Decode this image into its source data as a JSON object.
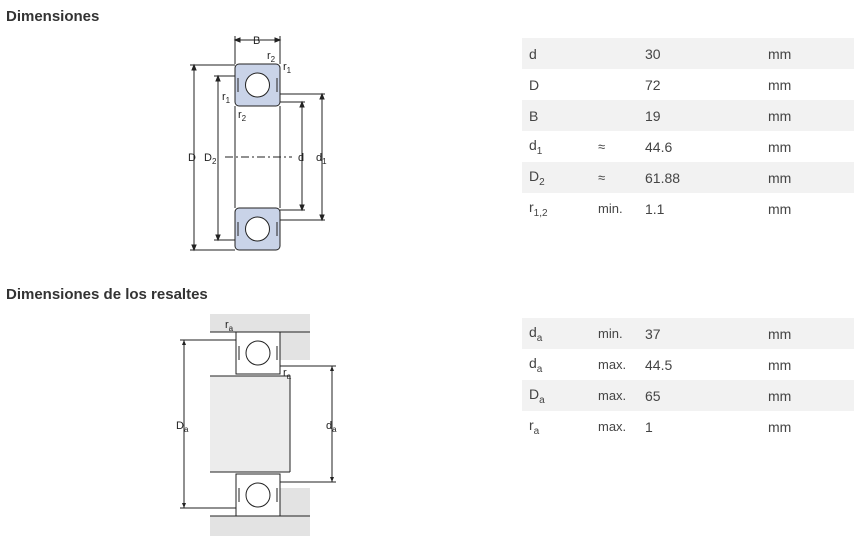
{
  "sections": [
    {
      "heading": "Dimensiones",
      "rows": [
        {
          "sym": "d",
          "sub": "",
          "qual": "",
          "value": "30",
          "unit": "mm"
        },
        {
          "sym": "D",
          "sub": "",
          "qual": "",
          "value": "72",
          "unit": "mm"
        },
        {
          "sym": "B",
          "sub": "",
          "qual": "",
          "value": "19",
          "unit": "mm"
        },
        {
          "sym": "d",
          "sub": "1",
          "qual": "≈",
          "value": "44.6",
          "unit": "mm"
        },
        {
          "sym": "D",
          "sub": "2",
          "qual": "≈",
          "value": "61.88",
          "unit": "mm"
        },
        {
          "sym": "r",
          "sub": "1,2",
          "qual": "min.",
          "value": "1.1",
          "unit": "mm"
        }
      ]
    },
    {
      "heading": "Dimensiones de los resaltes",
      "rows": [
        {
          "sym": "d",
          "sub": "a",
          "qual": "min.",
          "value": "37",
          "unit": "mm"
        },
        {
          "sym": "d",
          "sub": "a",
          "qual": "max.",
          "value": "44.5",
          "unit": "mm"
        },
        {
          "sym": "D",
          "sub": "a",
          "qual": "max.",
          "value": "65",
          "unit": "mm"
        },
        {
          "sym": "r",
          "sub": "a",
          "qual": "max.",
          "value": "1",
          "unit": "mm"
        }
      ]
    }
  ],
  "diagram1_labels": {
    "B": "B",
    "r2_top": "r",
    "r2_top_sub": "2",
    "r1_right": "r",
    "r1_right_sub": "1",
    "r1_left": "r",
    "r1_left_sub": "1",
    "r2_left": "r",
    "r2_left_sub": "2",
    "D": "D",
    "D2": "D",
    "D2_sub": "2",
    "d": "d",
    "d1": "d",
    "d1_sub": "1"
  },
  "diagram2_labels": {
    "ra_top": "r",
    "ra_top_sub": "a",
    "ra_right": "r",
    "ra_right_sub": "a",
    "Da": "D",
    "Da_sub": "a",
    "da": "d",
    "da_sub": "a"
  },
  "colors": {
    "ring_fill": "#c9d3e8",
    "shoulder_fill": "#e3e3e3",
    "row_stripe": "#f2f2f2",
    "line": "#222222"
  }
}
